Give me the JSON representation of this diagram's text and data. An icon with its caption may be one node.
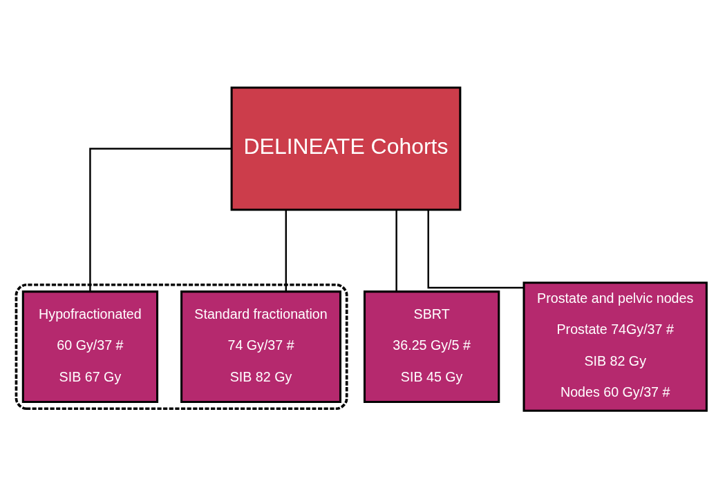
{
  "diagram": {
    "nodes": [
      {
        "text": [
          "DELINEATE Cohorts"
        ]
      },
      {
        "text": [],
        "shape": "box"
      },
      {
        "text": [
          "Standard fractionation",
          "74 Gy/37 #",
          "SIB 82 Gy"
        ],
        "in": 1
      },
      {
        "text": [
          "Hypofractionated",
          "60 Gy/37 #",
          "SIB 67 Gy"
        ],
        "in": 1
      },
      {
        "text": [
          "SBRT",
          "36.25 Gy/5 #",
          "SIB 45 Gy"
        ]
      },
      {
        "text": [
          "Prostate and pelvic nodes",
          "Prostate 74Gy/37 #",
          "SIB 82 Gy",
          "Nodes 60 Gy/37 #"
        ]
      }
    ],
    "edges": [
      {
        "from": 0,
        "to": 2,
        "arrow": "none"
      },
      {
        "from": 0,
        "to": 3,
        "arrow": "none"
      },
      {
        "from": 0,
        "to": 4,
        "arrow": "none"
      },
      {
        "from": 0,
        "to": 5,
        "arrow": "none"
      }
    ]
  }
}
